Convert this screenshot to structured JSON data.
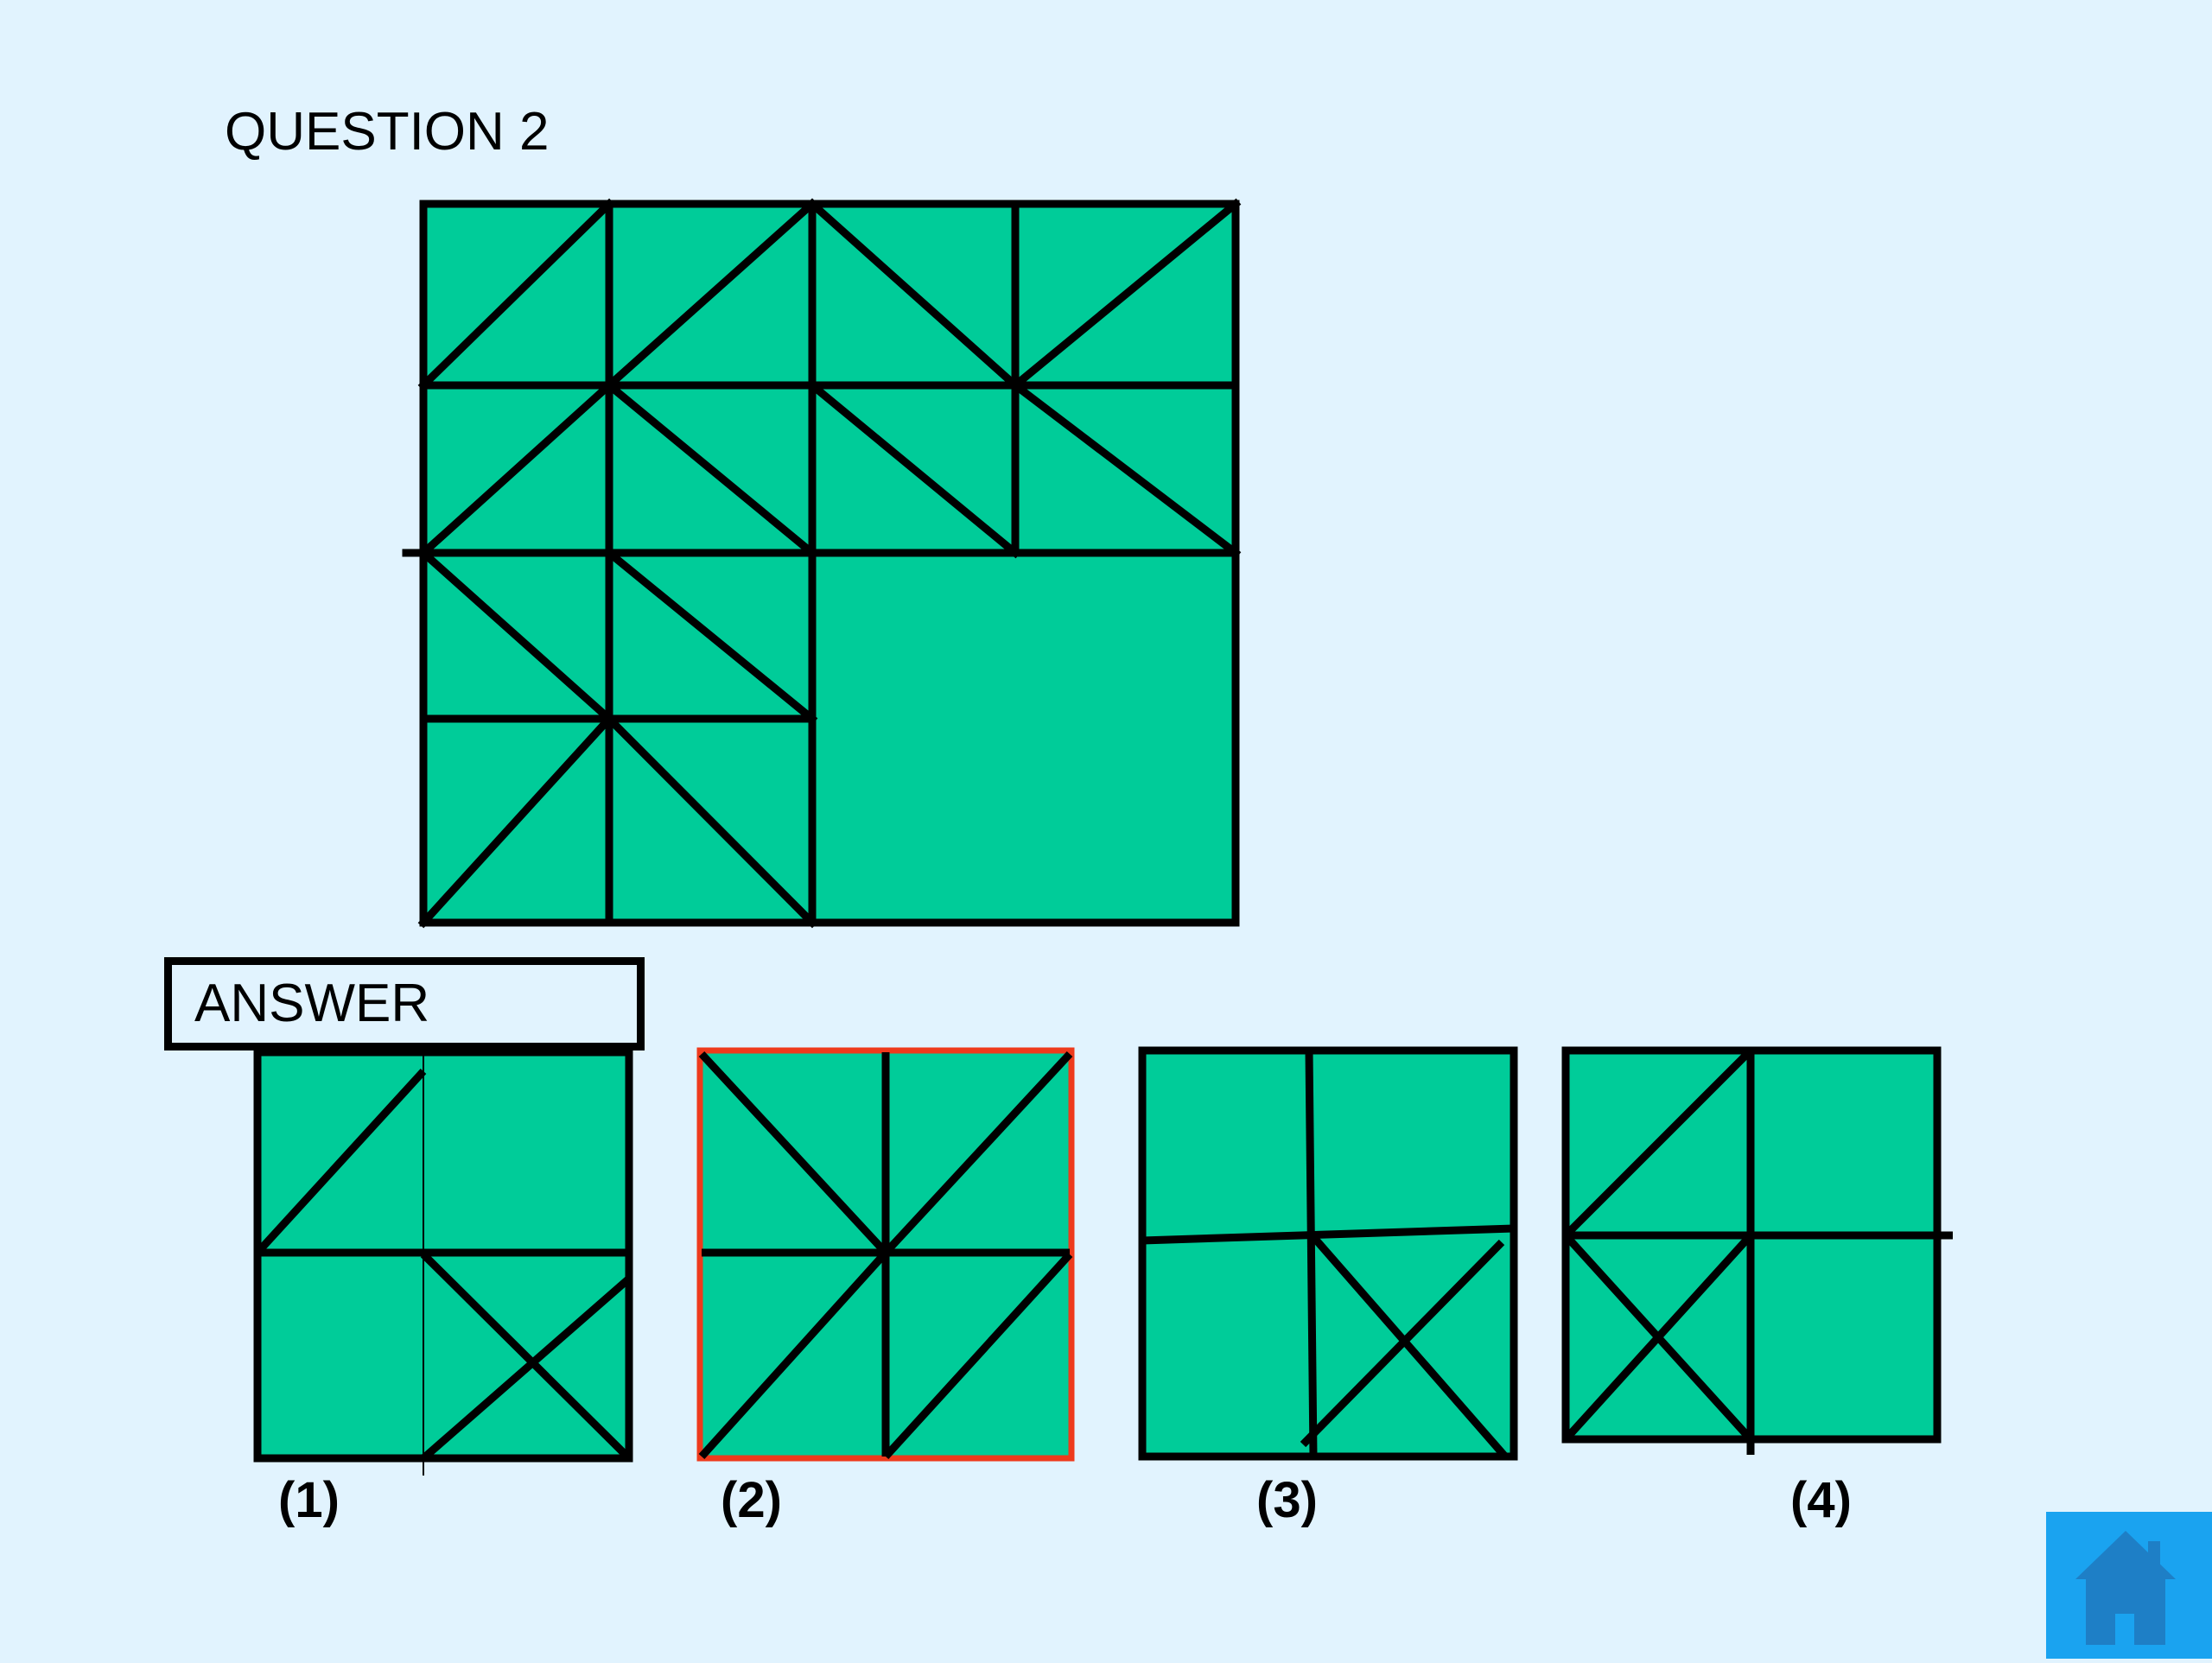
{
  "question": {
    "title": "QUESTION 2"
  },
  "answer": {
    "label": "ANSWER",
    "options": [
      {
        "label": "(1)",
        "selected": false
      },
      {
        "label": "(2)",
        "selected": true
      },
      {
        "label": "(3)",
        "selected": false
      },
      {
        "label": "(4)",
        "selected": false
      }
    ]
  },
  "navigation": {
    "home_icon": "home-icon"
  },
  "colors": {
    "background": "#e1f3fe",
    "tile_fill": "#00cc99",
    "stroke": "#000000",
    "selected_border": "#ee3a1c",
    "home_button": "#1aa3f0",
    "home_icon": "#1e7fc6"
  }
}
